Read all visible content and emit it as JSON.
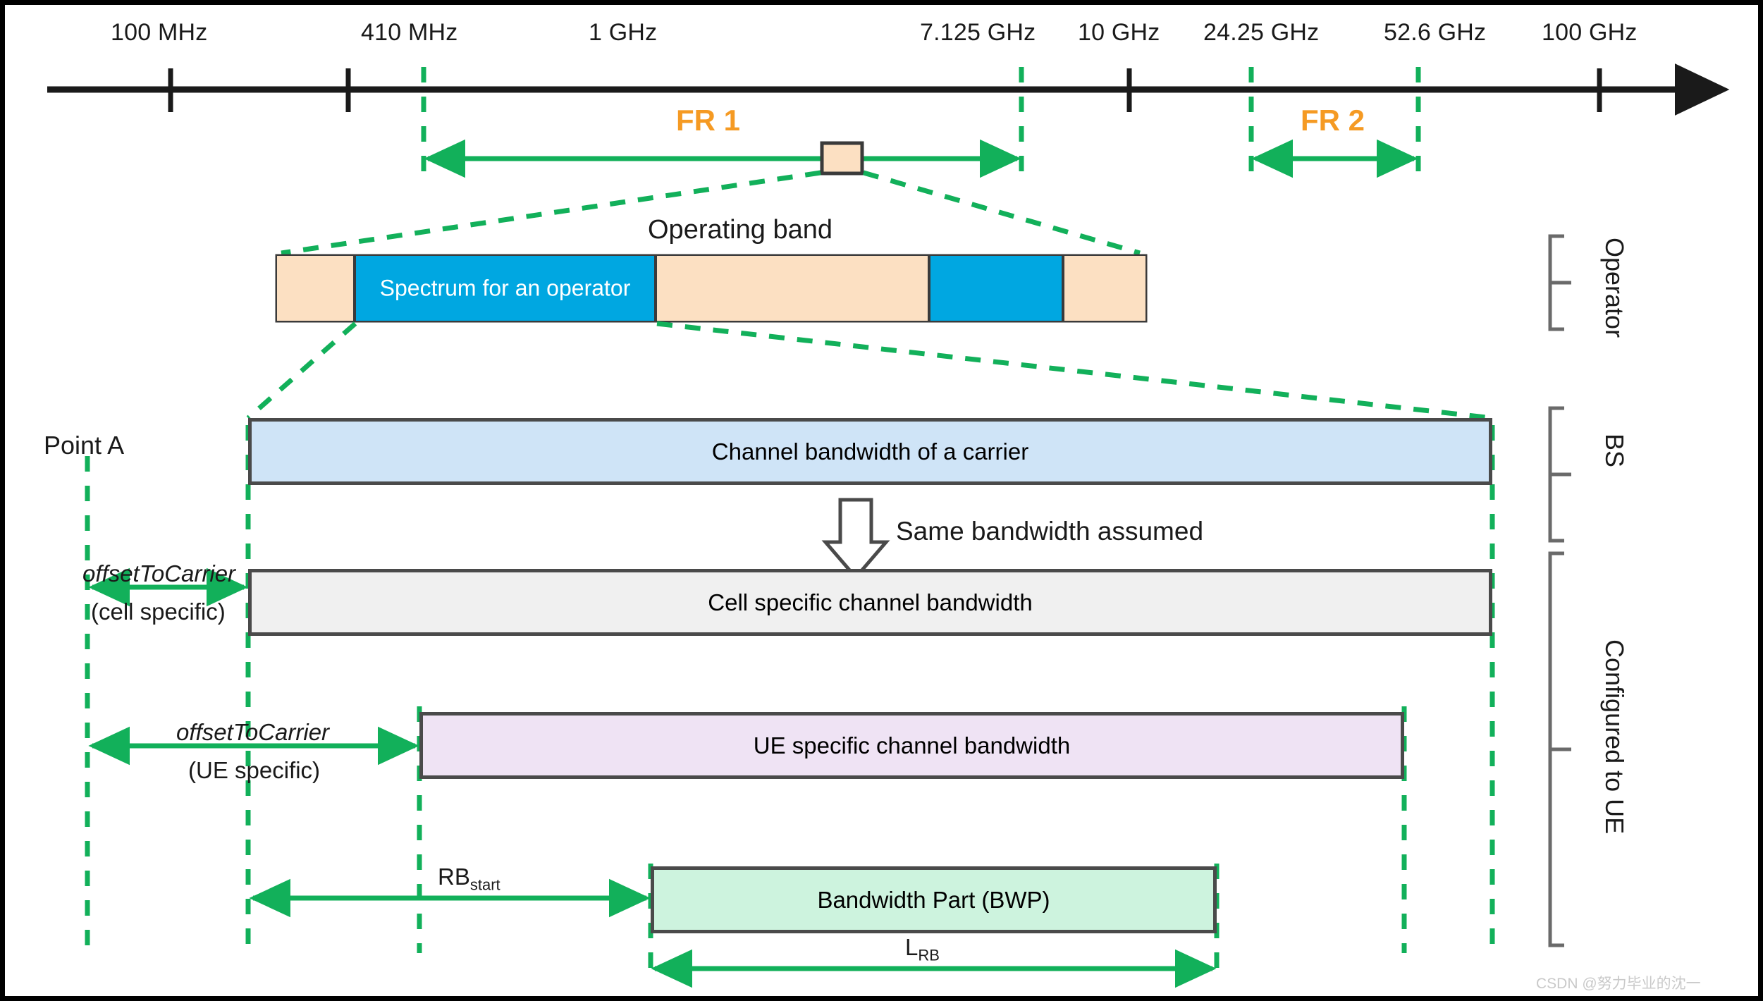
{
  "diagram": {
    "title": "5G NR frequency ranges and bandwidth hierarchy",
    "colors": {
      "green": "#12B05A",
      "orange": "#F59A23",
      "peach": "#FCE0C2",
      "blue_segment": "#00A7E1",
      "carrier_blue": "#CFE4F7",
      "cell_grey": "#F0F0F0",
      "ue_purple": "#EFE3F4",
      "bwp_green": "#CDF3DE",
      "axis_black": "#1a1a1a"
    }
  },
  "axis": {
    "ticks": [
      {
        "label": "100 MHz",
        "kind": "black"
      },
      {
        "label": "410 MHz",
        "kind": "green"
      },
      {
        "label": "1 GHz",
        "kind": "black"
      },
      {
        "label": "7.125 GHz",
        "kind": "green"
      },
      {
        "label": "10 GHz",
        "kind": "black"
      },
      {
        "label": "24.25 GHz",
        "kind": "green"
      },
      {
        "label": "52.6 GHz",
        "kind": "green"
      },
      {
        "label": "100 GHz",
        "kind": "black"
      }
    ],
    "ranges": [
      {
        "name": "FR 1",
        "from": "410 MHz",
        "to": "7.125 GHz"
      },
      {
        "name": "FR 2",
        "from": "24.25 GHz",
        "to": "52.6 GHz"
      }
    ]
  },
  "operating_band": {
    "title": "Operating band",
    "segments": [
      {
        "label": "",
        "fill": "peach"
      },
      {
        "label": "Spectrum for an operator",
        "fill": "blue"
      },
      {
        "label": "",
        "fill": "peach"
      },
      {
        "label": "",
        "fill": "blue"
      },
      {
        "label": "",
        "fill": "peach"
      }
    ]
  },
  "brackets": [
    {
      "label": "Operator"
    },
    {
      "label": "BS"
    },
    {
      "label": "Configured to UE"
    }
  ],
  "bars": {
    "carrier": {
      "label": "Channel bandwidth of a carrier"
    },
    "cell": {
      "label": "Cell specific channel bandwidth"
    },
    "ue": {
      "label": "UE specific channel bandwidth"
    },
    "bwp": {
      "label": "Bandwidth Part (BWP)"
    }
  },
  "annotations": {
    "point_a": "Point A",
    "same_bandwidth": "Same bandwidth assumed",
    "offset_cell": {
      "name": "offsetToCarrier",
      "qualifier": "(cell specific)"
    },
    "offset_ue": {
      "name": "offsetToCarrier",
      "qualifier": "(UE specific)"
    },
    "rb_start": {
      "base": "RB",
      "sub": "start"
    },
    "l_rb": {
      "base": "L",
      "sub": "RB"
    }
  },
  "watermark": "CSDN @努力毕业的沈一"
}
